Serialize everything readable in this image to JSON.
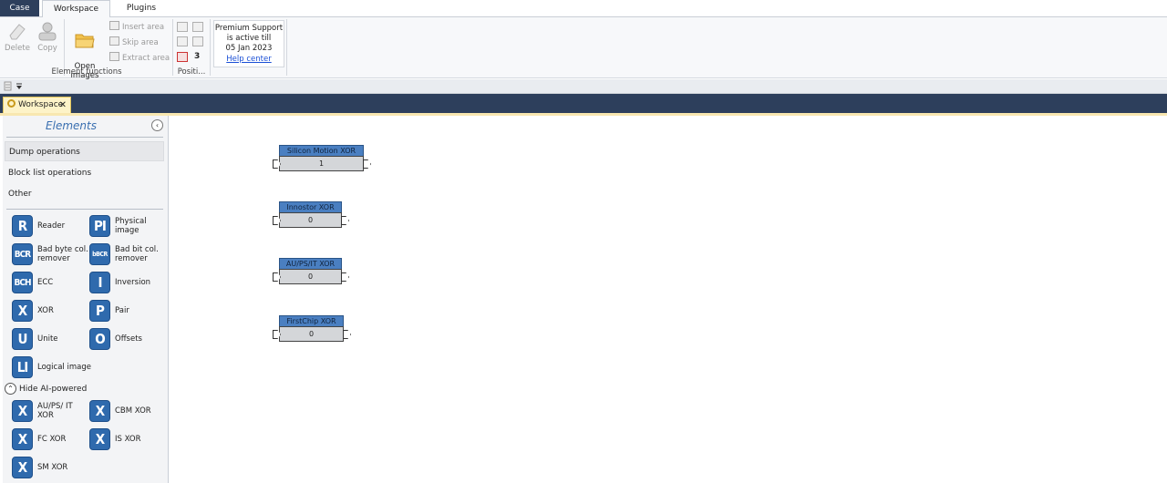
{
  "menu": {
    "tabs": [
      "Case",
      "Workspace",
      "Plugins"
    ]
  },
  "ribbon": {
    "delete_label": "Delete",
    "copy_label": "Copy",
    "open_images_label": "Open\nimages",
    "insert_area": "Insert area",
    "skip_area": "Skip area",
    "extract_area": "Extract area",
    "group_element_functions": "Element functions",
    "group_position": "Positi...",
    "position_count": "3",
    "support_line1": "Premium Support",
    "support_line2": "is active till",
    "support_line3": "05 Jan 2023",
    "help_center": "Help center"
  },
  "doc_tab": {
    "label": "Workspace",
    "close": "✕"
  },
  "panel": {
    "title": "Elements",
    "collapse": "‹",
    "categories": [
      "Dump operations",
      "Block list operations",
      "Other"
    ],
    "elements": [
      {
        "badge": "R",
        "label": "Reader"
      },
      {
        "badge": "PI",
        "label": "Physical image"
      },
      {
        "badge": "BCR",
        "label": "Bad byte col. remover"
      },
      {
        "badge": "bBCR",
        "label": "Bad bit col. remover"
      },
      {
        "badge": "BCH",
        "label": "ECC"
      },
      {
        "badge": "I",
        "label": "Inversion"
      },
      {
        "badge": "X",
        "label": "XOR"
      },
      {
        "badge": "P",
        "label": "Pair"
      },
      {
        "badge": "U",
        "label": "Unite"
      },
      {
        "badge": "O",
        "label": "Offsets"
      },
      {
        "badge": "LI",
        "label": "Logical image"
      }
    ],
    "hide_ai_label": "Hide AI-powered",
    "ai_elements": [
      {
        "badge": "X",
        "label": "AU/PS/ IT XOR"
      },
      {
        "badge": "X",
        "label": "CBM XOR"
      },
      {
        "badge": "X",
        "label": "FC XOR"
      },
      {
        "badge": "X",
        "label": "IS XOR"
      },
      {
        "badge": "X",
        "label": "SM XOR"
      }
    ]
  },
  "workspace": {
    "nodes": [
      {
        "title": "Silicon Motion XOR",
        "value": "1"
      },
      {
        "title": "Innostor XOR",
        "value": "0"
      },
      {
        "title": "AU/PS/IT XOR",
        "value": "0"
      },
      {
        "title": "FirstChip XOR",
        "value": "0"
      }
    ]
  }
}
